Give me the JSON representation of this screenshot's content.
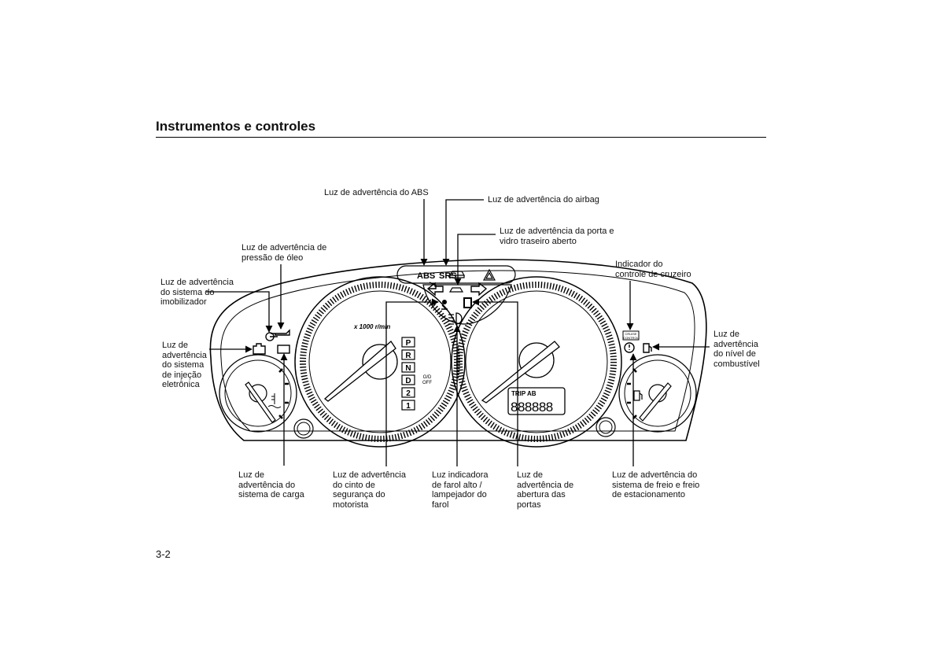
{
  "header": {
    "title": "Instrumentos e controles"
  },
  "page_number": "3-2",
  "labels": {
    "abs": "Luz de advertência do ABS",
    "airbag": "Luz de advertência do airbag",
    "door_rear": "Luz de advertência da porta e\nvidro traseiro aberto",
    "oil": "Luz de advertência de\npressão de óleo",
    "cruise": "Indicador do\ncontrole de cruzeiro",
    "immobilizer": "Luz de advertência\ndo sistema do\nimobilizador",
    "injection": "Luz de\nadvertência\ndo sistema\nde injeção\neletrônica",
    "fuel": "Luz de\nadvertência\ndo nível de\ncombustível",
    "charge": "Luz de\nadvertência do\nsistema de carga",
    "seatbelt": "Luz de advertência\ndo cinto de\nsegurança do\nmotorista",
    "highbeam": "Luz indicadora\nde farol alto /\nlampejador do\nfarol",
    "doors": "Luz de\nadvertência de\nabertura das\nportas",
    "brake": "Luz de advertência do\nsistema de freio e freio\nde estacionamento"
  },
  "cluster": {
    "abs_text": "ABS",
    "srs_text": "SRS",
    "tach_unit": "x 1000 r/min",
    "gears": [
      "P",
      "R",
      "N",
      "D",
      "2",
      "1"
    ],
    "od_off": [
      "O/D",
      "OFF"
    ],
    "trip_text": "TRIP AB",
    "odometer": "888888",
    "cruise_badge": [
      "CRUISE",
      "CONTROL"
    ]
  }
}
